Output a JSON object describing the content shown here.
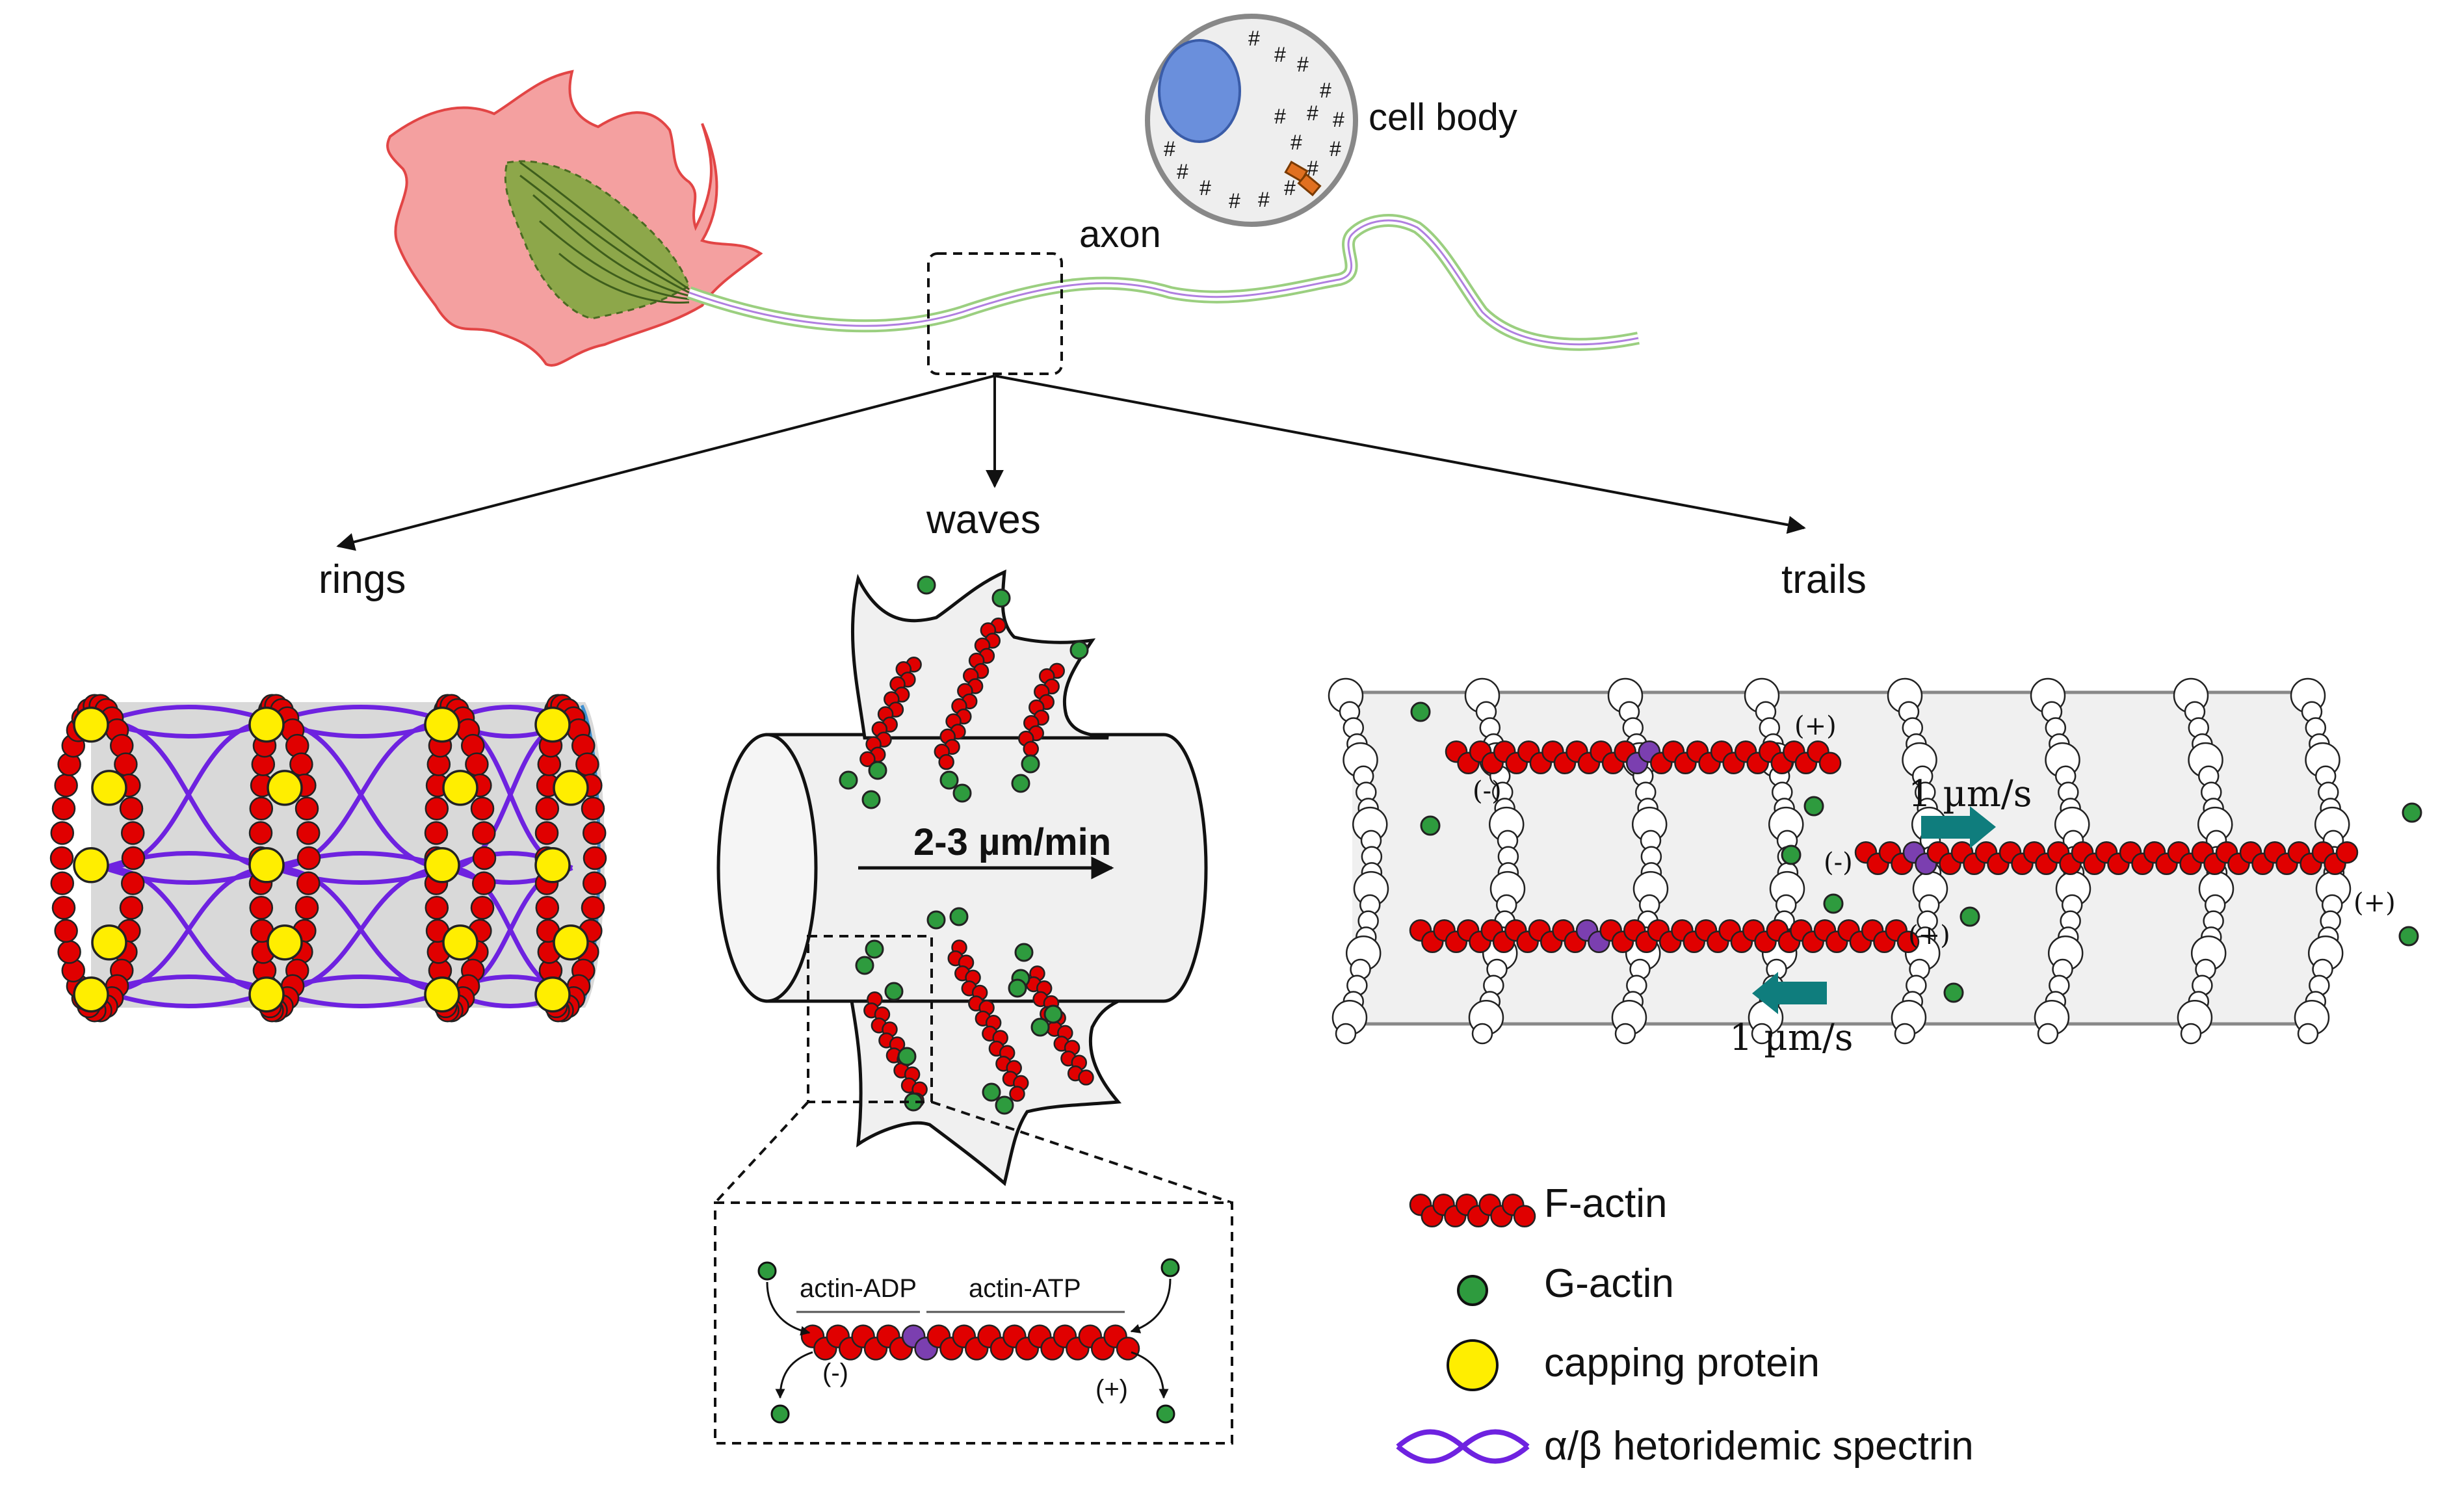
{
  "top": {
    "cell_body": "cell body",
    "axon": "axon"
  },
  "panels": {
    "rings": "rings",
    "waves": "waves",
    "trails": "trails"
  },
  "waves_panel": {
    "speed": "2-3 µm/min"
  },
  "inset": {
    "adp": "actin-ADP",
    "atp": "actin-ATP",
    "minus": "(-)",
    "plus": "(+)"
  },
  "trails_panel": {
    "speed_right": "1 µm/s",
    "speed_left": "1 µm/s",
    "plus": "(+)",
    "minus": "(-)"
  },
  "legend": {
    "items": [
      "F-actin",
      "G-actin",
      "capping protein",
      "α/β hetoridemic spectrin"
    ]
  },
  "colors": {
    "f_actin": "#e00000",
    "g_actin": "#2e9b3e",
    "capping_protein": "#ffee00",
    "spectrin": "#7b22e6",
    "growth_cone": "#f39a9a",
    "nucleus": "#6a8fdc",
    "arrow_teal": "#0f7d7d"
  }
}
